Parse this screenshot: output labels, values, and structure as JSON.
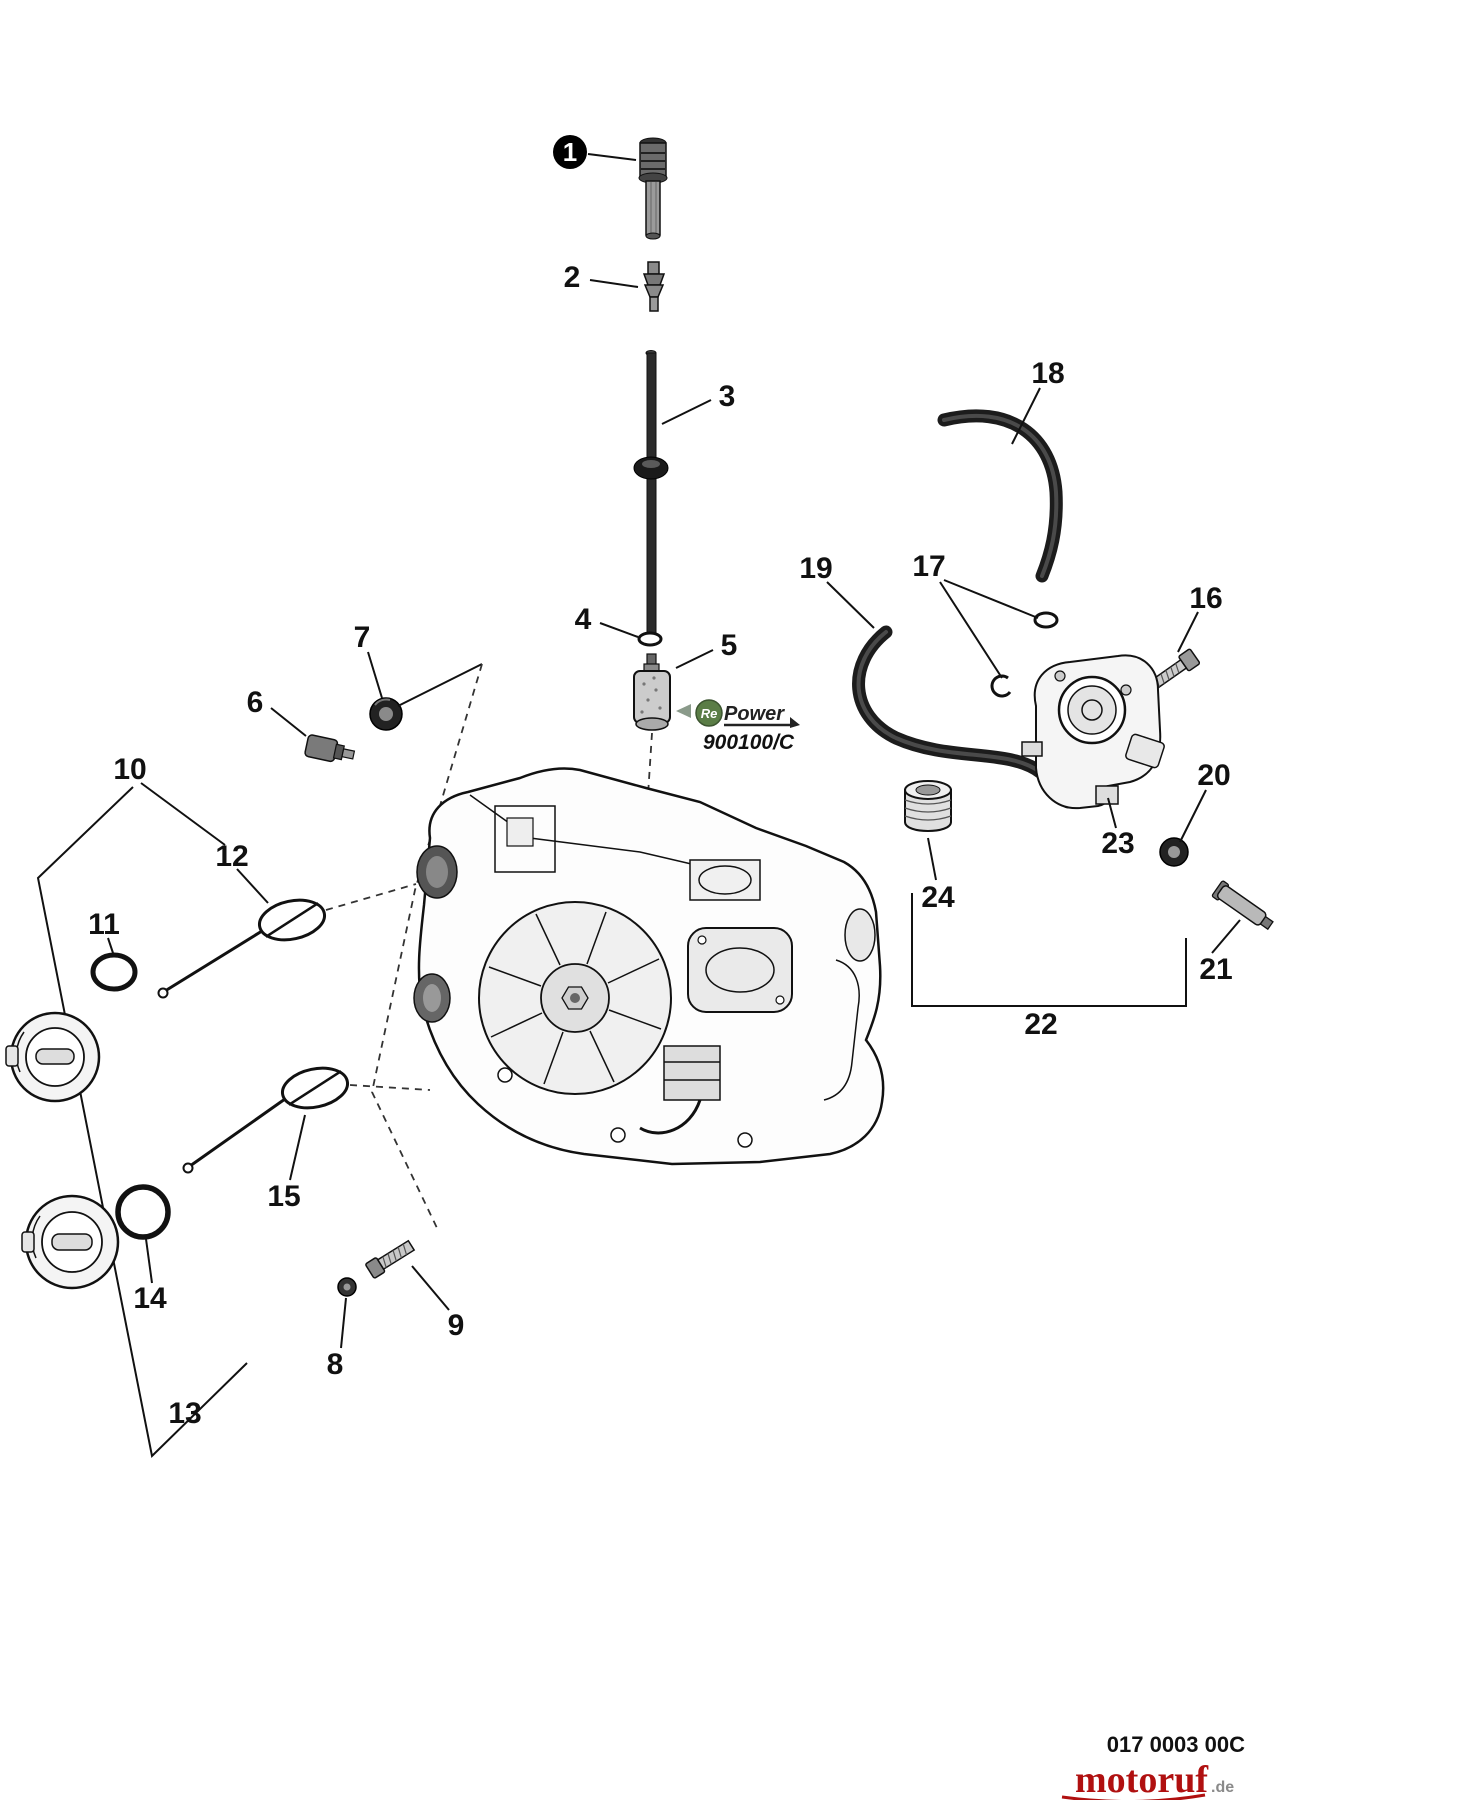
{
  "figure": {
    "type": "exploded-parts-diagram",
    "callouts": {
      "c1": "1",
      "c2": "2",
      "c3": "3",
      "c4": "4",
      "c5": "5",
      "c6": "6",
      "c7": "7",
      "c8": "8",
      "c9": "9",
      "c10": "10",
      "c11": "11",
      "c12": "12",
      "c13": "13",
      "c14": "14",
      "c15": "15",
      "c16": "16",
      "c17": "17",
      "c18": "18",
      "c19": "19",
      "c20": "20",
      "c21": "21",
      "c22": "22",
      "c23": "23",
      "c24": "24"
    },
    "repower_logo": {
      "re": "Re",
      "power": "Power",
      "model": "900100/C"
    },
    "footer": {
      "doc_number": "017 0003 00C",
      "brand": "motoruf",
      "brand_tld": ".de"
    },
    "colors": {
      "line": "#111111",
      "hose": "#1c1c1c",
      "accent_red": "#b01010",
      "logo_green": "#5a7d46"
    }
  }
}
